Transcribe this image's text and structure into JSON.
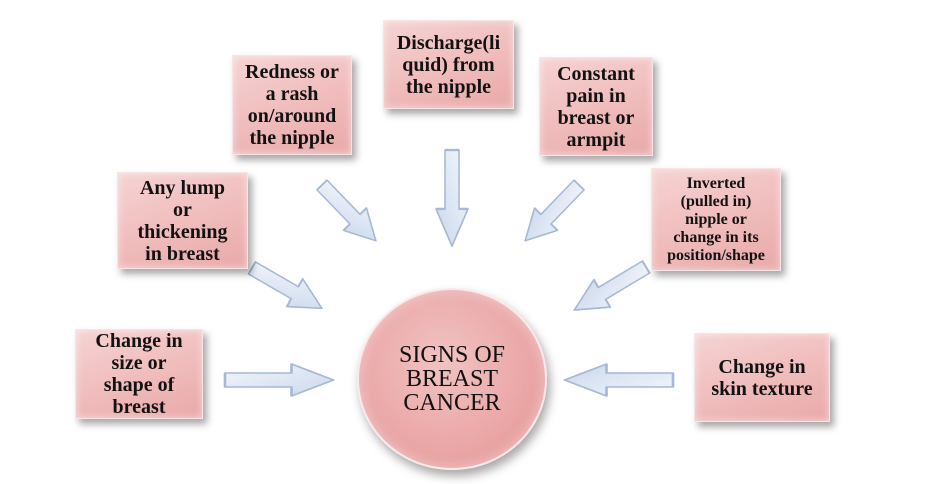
{
  "center": {
    "label": "SIGNS OF\nBREAST\nCANCER"
  },
  "signs": {
    "redness": "Redness or\na rash\non/around\nthe nipple",
    "discharge": "Discharge(li\nquid) from\nthe nipple",
    "pain": "Constant\npain in\nbreast or\narmpit",
    "lump": "Any lump\nor\nthickening\nin breast",
    "inverted": "Inverted\n(pulled in)\nnipple or\nchange in its\nposition/shape",
    "size": "Change in\nsize or\nshape of\nbreast",
    "skin": "Change in\nskin texture"
  },
  "colors": {
    "box_fill": "#efb9b9",
    "circle_fill": "#eba8a8",
    "arrow_fill": "#dfe8f5",
    "arrow_stroke": "#9fb2cf"
  }
}
